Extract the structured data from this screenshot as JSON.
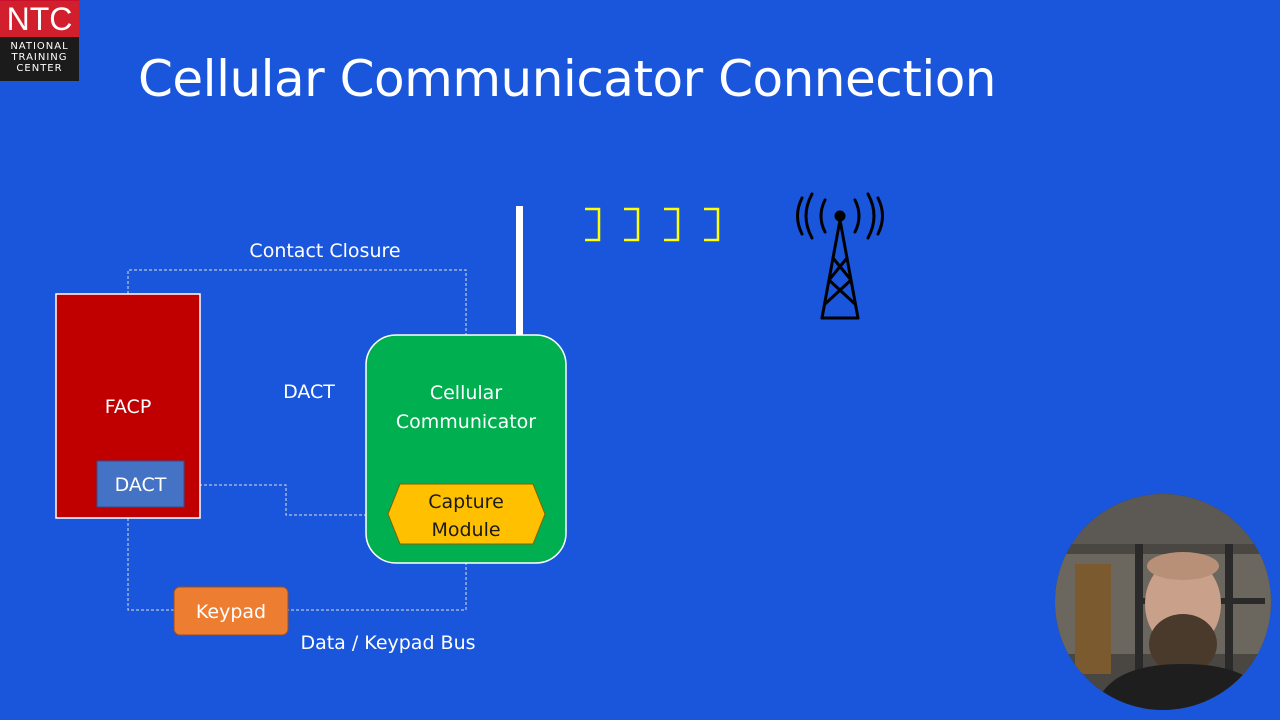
{
  "logo": {
    "abbrev": "NTC",
    "line1": "NATIONAL",
    "line2": "TRAINING",
    "line3": "CENTER"
  },
  "title": "Cellular Communicator Connection",
  "diagram": {
    "facp_label": "FACP",
    "dact_box_label": "DACT",
    "dact_path_label": "DACT",
    "contact_closure_label": "Contact Closure",
    "cellular_label_line1": "Cellular",
    "cellular_label_line2": "Communicator",
    "capture_line1": "Capture",
    "capture_line2": "Module",
    "keypad_label": "Keypad",
    "bus_label": "Data / Keypad Bus"
  },
  "colors": {
    "background": "#1a56db",
    "facp": "#c00000",
    "dact_box": "#4472c4",
    "cellular": "#00b050",
    "capture": "#ffc000",
    "keypad": "#ed7d31",
    "signal": "#ffff00"
  },
  "icons": {
    "tower": "cell-tower-icon",
    "signal": "signal-wave-icon"
  }
}
